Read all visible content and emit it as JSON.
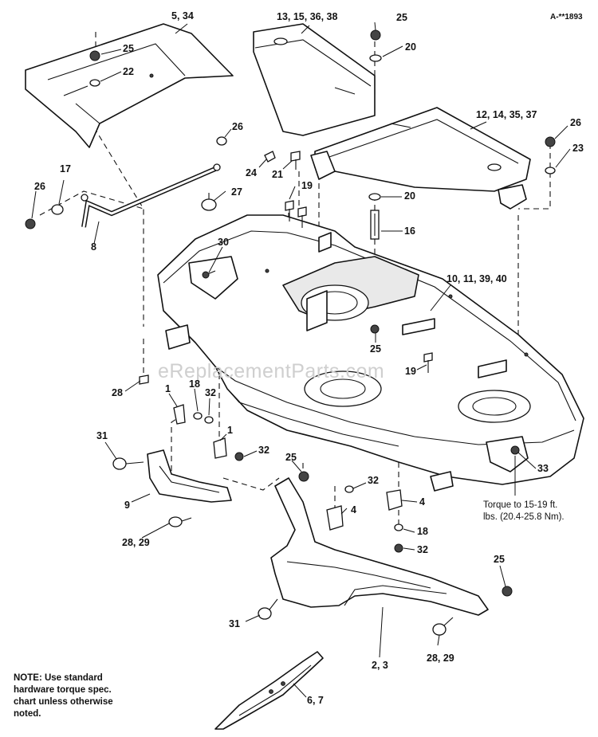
{
  "diagram_code": "A-**1893",
  "watermark": "eReplacementParts.com",
  "note": "NOTE: Use standard hardware torque spec. chart unless otherwise noted.",
  "note_lines": [
    "NOTE: Use standard",
    "hardware torque spec.",
    "chart unless otherwise",
    "noted."
  ],
  "torque_lines": [
    "Torque to 15-19 ft.",
    "lbs. (20.4-25.8 Nm)."
  ],
  "callouts": [
    {
      "id": "c_5_34",
      "text": "5, 34"
    },
    {
      "id": "c_25_a",
      "text": "25"
    },
    {
      "id": "c_22",
      "text": "22"
    },
    {
      "id": "c_13_15_36_38",
      "text": "13, 15, 36, 38"
    },
    {
      "id": "c_25_b",
      "text": "25"
    },
    {
      "id": "c_20_a",
      "text": "20"
    },
    {
      "id": "c_12_14_35_37",
      "text": "12, 14, 35, 37"
    },
    {
      "id": "c_26_a",
      "text": "26"
    },
    {
      "id": "c_23",
      "text": "23"
    },
    {
      "id": "c_26_b",
      "text": "26"
    },
    {
      "id": "c_24",
      "text": "24"
    },
    {
      "id": "c_21",
      "text": "21"
    },
    {
      "id": "c_19_a",
      "text": "19"
    },
    {
      "id": "c_20_b",
      "text": "20"
    },
    {
      "id": "c_27",
      "text": "27"
    },
    {
      "id": "c_17",
      "text": "17"
    },
    {
      "id": "c_26_c",
      "text": "26"
    },
    {
      "id": "c_8",
      "text": "8"
    },
    {
      "id": "c_16",
      "text": "16"
    },
    {
      "id": "c_30",
      "text": "30"
    },
    {
      "id": "c_10_11_39_40",
      "text": "10, 11, 39, 40"
    },
    {
      "id": "c_25_c",
      "text": "25"
    },
    {
      "id": "c_19_b",
      "text": "19"
    },
    {
      "id": "c_28_a",
      "text": "28"
    },
    {
      "id": "c_1_a",
      "text": "1"
    },
    {
      "id": "c_18_a",
      "text": "18"
    },
    {
      "id": "c_32_a",
      "text": "32"
    },
    {
      "id": "c_1_b",
      "text": "1"
    },
    {
      "id": "c_31_a",
      "text": "31"
    },
    {
      "id": "c_32_b",
      "text": "32"
    },
    {
      "id": "c_25_d",
      "text": "25"
    },
    {
      "id": "c_33",
      "text": "33"
    },
    {
      "id": "c_32_c",
      "text": "32"
    },
    {
      "id": "c_4_a",
      "text": "4"
    },
    {
      "id": "c_4_b",
      "text": "4"
    },
    {
      "id": "c_9",
      "text": "9"
    },
    {
      "id": "c_18_b",
      "text": "18"
    },
    {
      "id": "c_28_29_a",
      "text": "28, 29"
    },
    {
      "id": "c_32_d",
      "text": "32"
    },
    {
      "id": "c_25_e",
      "text": "25"
    },
    {
      "id": "c_31_b",
      "text": "31"
    },
    {
      "id": "c_2_3",
      "text": "2, 3"
    },
    {
      "id": "c_28_29_b",
      "text": "28, 29"
    },
    {
      "id": "c_6_7",
      "text": "6, 7"
    }
  ]
}
